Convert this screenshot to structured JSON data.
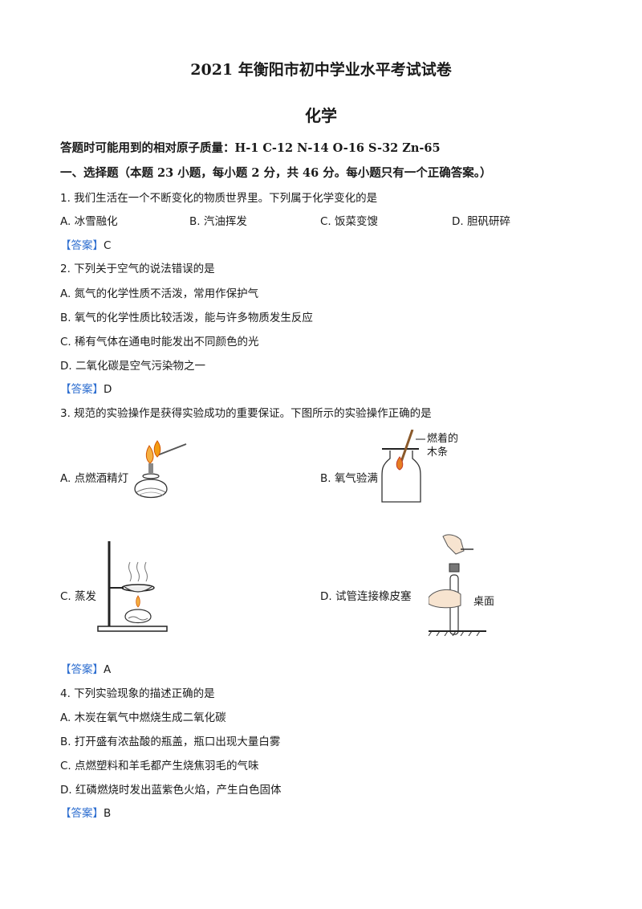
{
  "header": {
    "title": "2021 年衡阳市初中学业水平考试试卷",
    "subject": "化学"
  },
  "atomic_masses": "答题时可能用到的相对原子质量：H-1  C-12  N-14  O-16  S-32  Zn-65",
  "section_title": "一、选择题（本题 23 小题，每小题 2 分，共 46 分。每小题只有一个正确答案。）",
  "answer_label": "【答案】",
  "q1": {
    "stem": "1. 我们生活在一个不断变化的物质世界里。下列属于化学变化的是",
    "options": [
      "A. 冰雪融化",
      "B. 汽油挥发",
      "C. 饭菜变馊",
      "D. 胆矾研碎"
    ],
    "answer": "C"
  },
  "q2": {
    "stem": "2. 下列关于空气的说法错误的是",
    "options": [
      "A. 氮气的化学性质不活泼，常用作保护气",
      "B. 氧气的化学性质比较活泼，能与许多物质发生反应",
      "C. 稀有气体在通电时能发出不同颜色的光",
      "D. 二氧化碳是空气污染物之一"
    ],
    "answer": "D"
  },
  "q3": {
    "stem": "3. 规范的实验操作是获得实验成功的重要保证。下图所示的实验操作正确的是",
    "options": [
      "A. 点燃酒精灯",
      "B. 氧气验满",
      "C. 蒸发",
      "D. 试管连接橡皮塞"
    ],
    "fig_b_label": "燃着的木条",
    "fig_d_label": "桌面",
    "answer": "A"
  },
  "q4": {
    "stem": "4. 下列实验现象的描述正确的是",
    "options": [
      "A. 木炭在氧气中燃烧生成二氧化碳",
      "B. 打开盛有浓盐酸的瓶盖，瓶口出现大量白雾",
      "C. 点燃塑料和羊毛都产生烧焦羽毛的气味",
      "D. 红磷燃烧时发出蓝紫色火焰，产生白色固体"
    ],
    "answer": "B"
  }
}
